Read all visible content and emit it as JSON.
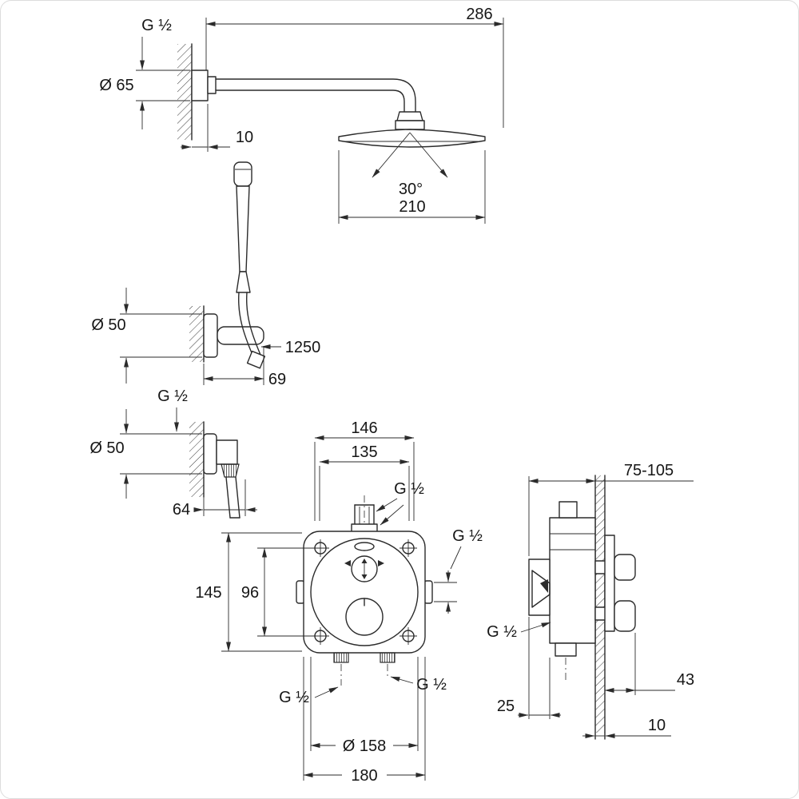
{
  "diagram": {
    "colors": {
      "line": "#2b2b2b",
      "background": "#ffffff"
    },
    "labels": {
      "arm_thread": "G ½",
      "arm_flange_dia": "Ø 65",
      "arm_length": "286",
      "arm_wall_thickness": "10",
      "head_swivel_angle": "30°",
      "head_dia": "210",
      "holder_dia": "Ø 50",
      "hose_length": "1250",
      "holder_depth": "69",
      "outlet_thread": "G ½",
      "outlet_dia": "Ø 50",
      "outlet_depth": "64",
      "valve_dim_146": "146",
      "valve_dim_135": "135",
      "valve_top_thread": "G ½",
      "valve_side_thread": "G ½",
      "valve_dim_145": "145",
      "valve_dim_96": "96",
      "valve_bottom_left_thread": "G ½",
      "valve_bottom_right_thread": "G ½",
      "valve_rosette_dia": "Ø 158",
      "valve_plate_width": "180",
      "install_depth_range": "75-105",
      "side_thread": "G ½",
      "side_protrusion": "43",
      "side_dim_25": "25",
      "side_wall_thickness": "10"
    }
  }
}
